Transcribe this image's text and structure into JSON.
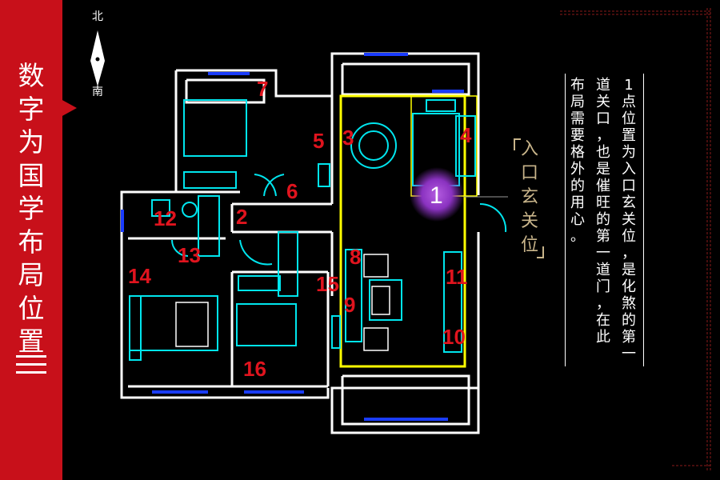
{
  "sidebar": {
    "title_chars": [
      "数",
      "字",
      "为",
      "国",
      "学",
      "布",
      "局",
      "位",
      "置"
    ],
    "icon": "menu-icon"
  },
  "compass": {
    "north": "北",
    "south": "南"
  },
  "marker_one": "1",
  "room_numbers": {
    "n2": "2",
    "n3": "3",
    "n4": "4",
    "n5": "5",
    "n6": "6",
    "n7": "7",
    "n8": "8",
    "n9": "9",
    "n10": "10",
    "n11": "11",
    "n12": "12",
    "n13": "13",
    "n14": "14",
    "n15": "15",
    "n16": "16"
  },
  "entrance_label": [
    "入",
    "口",
    "玄",
    "关",
    "位"
  ],
  "note": {
    "col1": [
      "1",
      "点",
      "位",
      "置",
      "为",
      "入",
      "口",
      "玄",
      "关",
      "位",
      "，",
      "是",
      "化",
      "煞",
      "的",
      "第",
      "一"
    ],
    "col2": [
      "道",
      "关",
      "口",
      "，",
      "也",
      "是",
      "催",
      "旺",
      "的",
      "第",
      "一",
      "道",
      "门",
      "，",
      "在",
      "此"
    ],
    "col3": [
      "布",
      "局",
      "需",
      "要",
      "格",
      "外",
      "的",
      "用",
      "心",
      "。"
    ]
  },
  "colors": {
    "accent_red": "#c8101a",
    "plan_cyan": "#00e5ee",
    "wall_white": "#ffffff",
    "window_blue": "#1a3cff",
    "zone_yellow": "#ffff00",
    "number_red": "#e0141e",
    "gold": "#c8b48a"
  }
}
